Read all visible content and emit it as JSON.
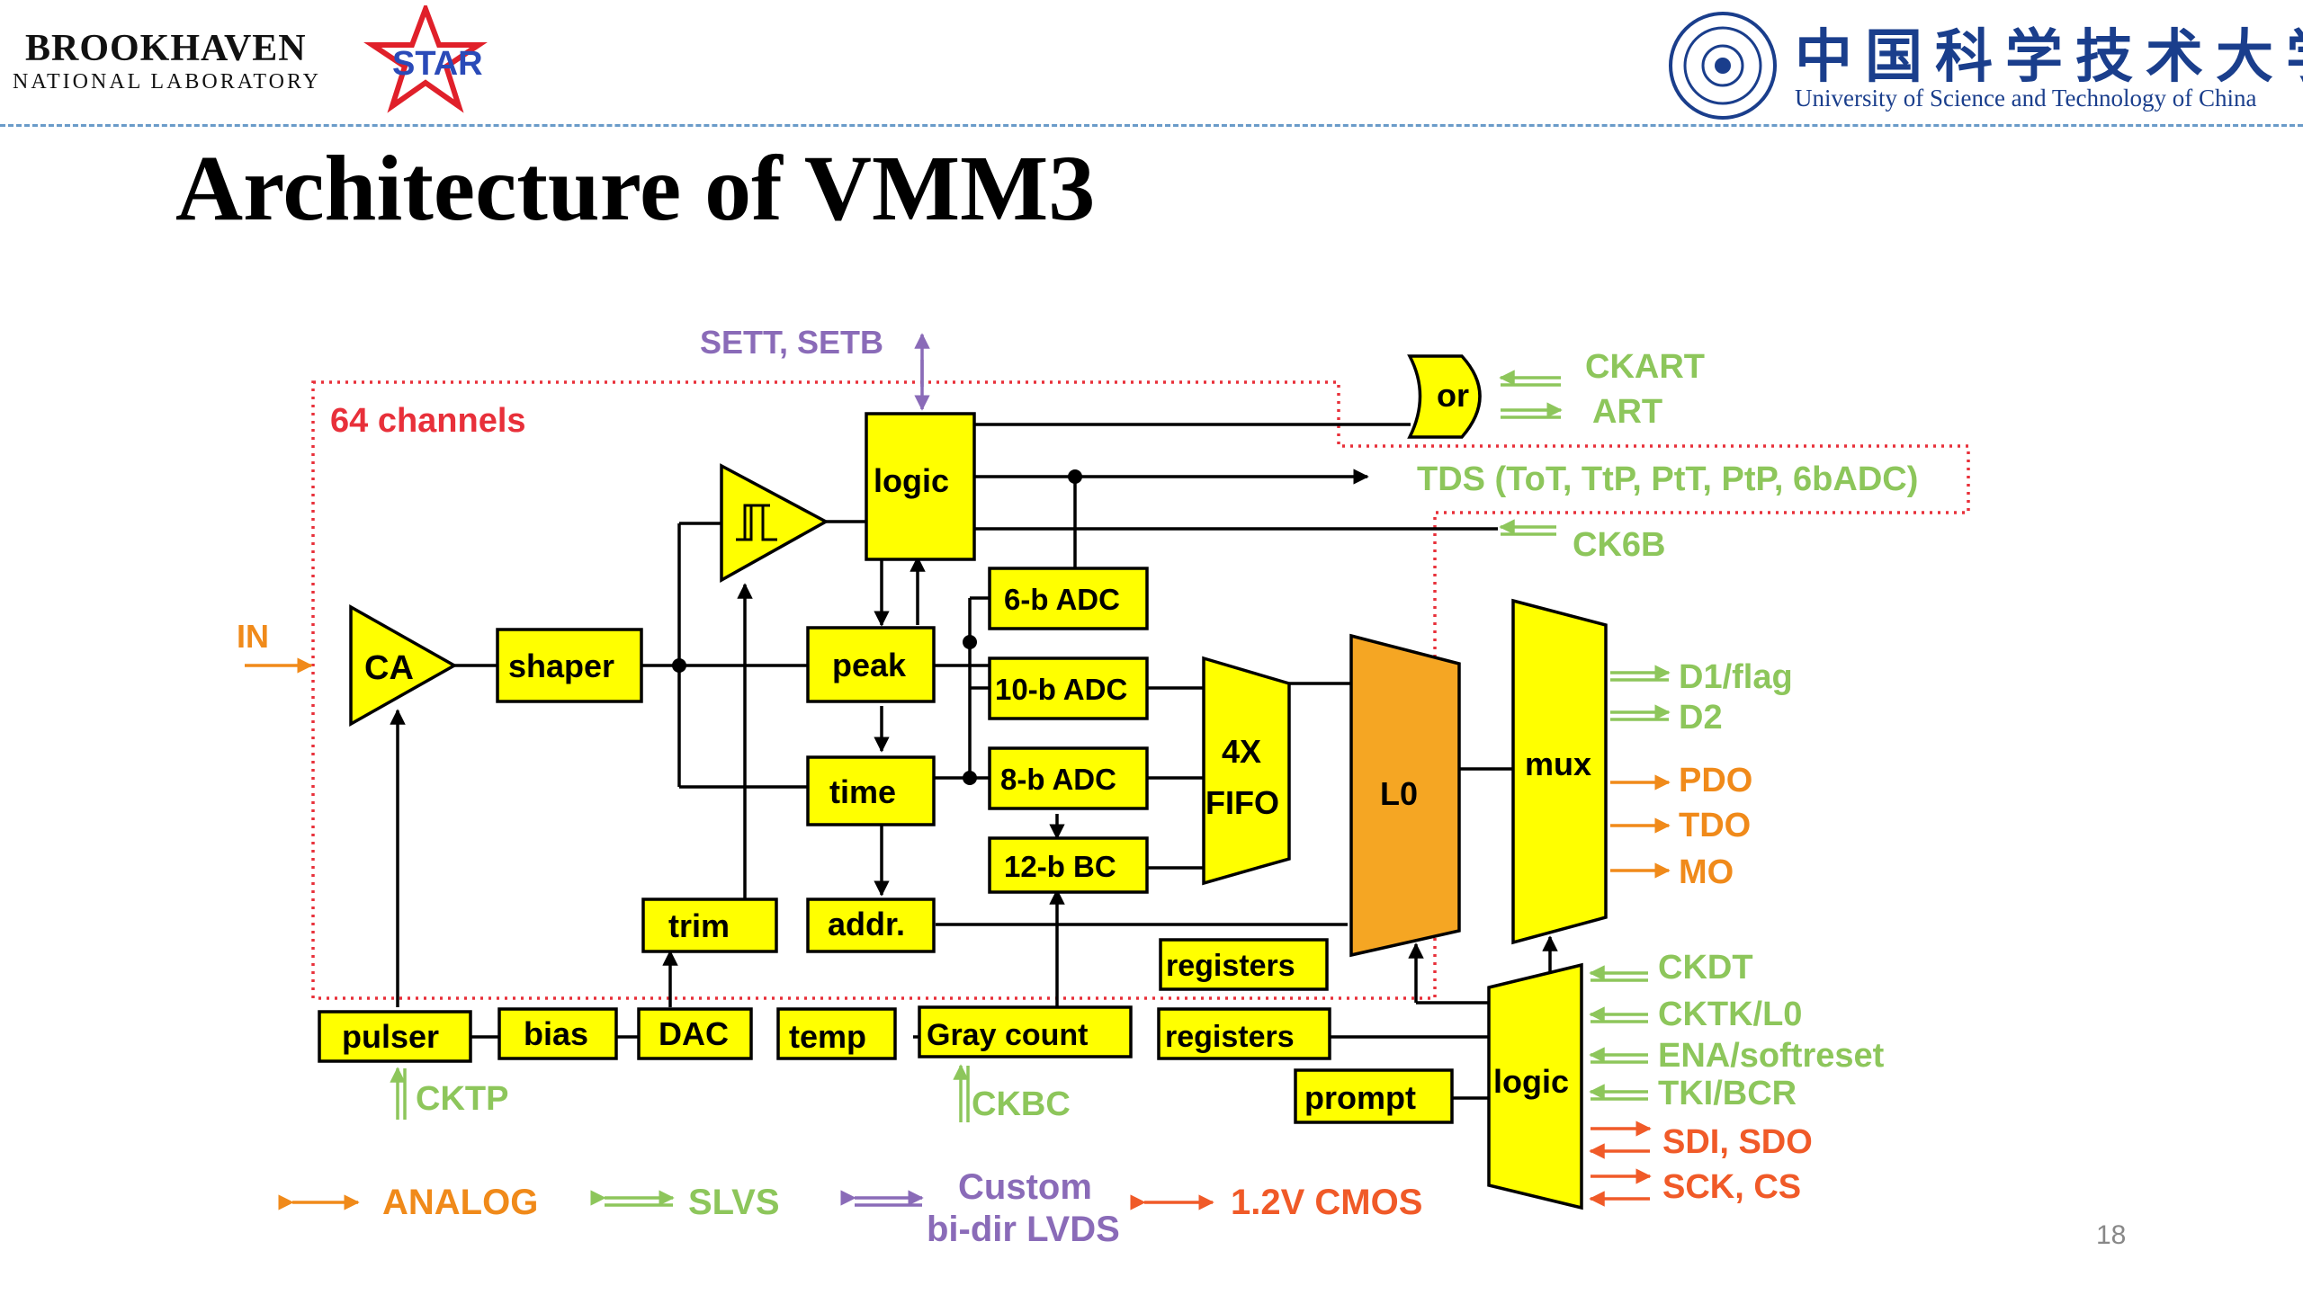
{
  "header": {
    "bnl_name": "BROOKHAVEN",
    "bnl_sub": "NATIONAL LABORATORY",
    "star_text": "STAR",
    "ustc_cn": "中国科学技术大学",
    "ustc_en": "University of Science and Technology of China"
  },
  "title": "Architecture of VMM3",
  "page_number": "18",
  "colors": {
    "block_fill": "#ffff00",
    "l0_fill": "#f5a623",
    "analog": "#f08a1a",
    "slvs": "#8dc65b",
    "lvds": "#8a6bb8",
    "cmos": "#f05a28",
    "channel_border": "#e8303a",
    "wire": "#000000"
  },
  "diagram": {
    "region_label": "64 channels",
    "blocks": {
      "ca": "CA",
      "shaper": "shaper",
      "peak": "peak",
      "time": "time",
      "logic_top": "logic",
      "adc6": "6-b ADC",
      "adc10": "10-b ADC",
      "adc8": "8-b ADC",
      "bc12": "12-b BC",
      "fifo1": "4X",
      "fifo2": "FIFO",
      "l0": "L0",
      "mux": "mux",
      "trim": "trim",
      "addr": "addr.",
      "registers_top": "registers",
      "pulser": "pulser",
      "bias": "bias",
      "dac": "DAC",
      "temp": "temp",
      "gray": "Gray count",
      "registers_bot": "registers",
      "prompt": "prompt",
      "logic_bot": "logic",
      "or": "or"
    },
    "signals": {
      "in": "IN",
      "sett": "SETT, SETB",
      "ckart": "CKART",
      "art": "ART",
      "tds": "TDS (ToT, TtP, PtT, PtP, 6bADC)",
      "ck6b": "CK6B",
      "d1": "D1/flag",
      "d2": "D2",
      "pdo": "PDO",
      "tdo": "TDO",
      "mo": "MO",
      "ckdt": "CKDT",
      "cktk": "CKTK/L0",
      "ena": "ENA/softreset",
      "tki": "TKI/BCR",
      "sdi": "SDI, SDO",
      "sck": "SCK, CS",
      "cktp": "CKTP",
      "ckbc": "CKBC"
    },
    "legend": {
      "analog": "ANALOG",
      "slvs": "SLVS",
      "lvds1": "Custom",
      "lvds2": "bi-dir LVDS",
      "cmos": "1.2V CMOS"
    }
  }
}
